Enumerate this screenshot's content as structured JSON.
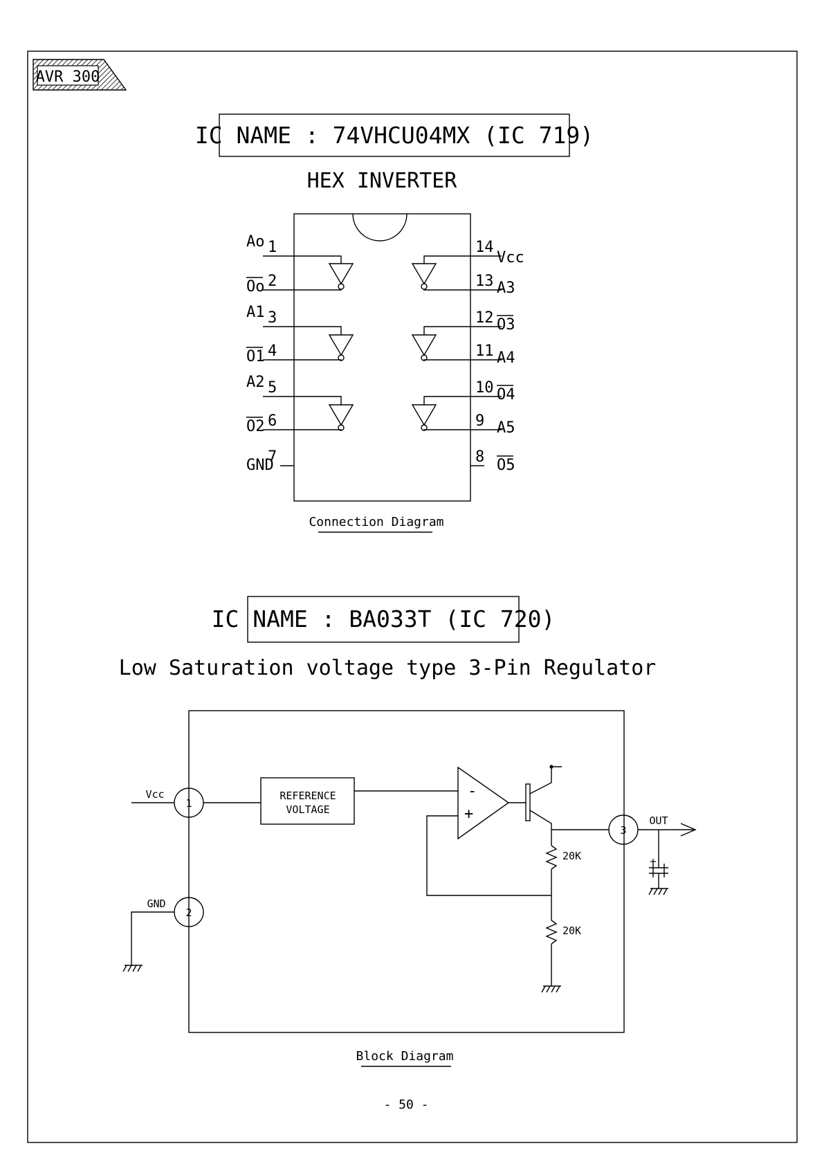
{
  "header_tag": "AVR 300",
  "ic1": {
    "title": "IC NAME : 74VHCU04MX (IC 719)",
    "subtitle": "HEX INVERTER",
    "caption": "Connection Diagram",
    "left_pins": [
      {
        "num": "1",
        "label": "Ao",
        "overline": false
      },
      {
        "num": "2",
        "label": "Oo",
        "overline": true
      },
      {
        "num": "3",
        "label": "A1",
        "overline": false
      },
      {
        "num": "4",
        "label": "O1",
        "overline": true
      },
      {
        "num": "5",
        "label": "A2",
        "overline": false
      },
      {
        "num": "6",
        "label": "O2",
        "overline": true
      },
      {
        "num": "7",
        "label": "GND",
        "overline": false
      }
    ],
    "right_pins": [
      {
        "num": "14",
        "label": "Vcc",
        "overline": false
      },
      {
        "num": "13",
        "label": "A3",
        "overline": false
      },
      {
        "num": "12",
        "label": "O3",
        "overline": true
      },
      {
        "num": "11",
        "label": "A4",
        "overline": false
      },
      {
        "num": "10",
        "label": "O4",
        "overline": true
      },
      {
        "num": "9",
        "label": "A5",
        "overline": false
      },
      {
        "num": "8",
        "label": "O5",
        "overline": true
      }
    ]
  },
  "ic2": {
    "title": "IC NAME : BA033T (IC 720)",
    "subtitle": "Low Saturation voltage type 3-Pin Regulator",
    "caption": "Block Diagram",
    "pin1_label": "Vcc",
    "pin2_label": "GND",
    "pin3_label": "OUT",
    "pin1_num": "1",
    "pin2_num": "2",
    "pin3_num": "3",
    "ref_line1": "REFERENCE",
    "ref_line2": "VOLTAGE",
    "opamp_minus": "-",
    "opamp_plus": "+",
    "r1": "20K",
    "r2": "20K",
    "cap_plus": "+"
  },
  "page_number": "- 50 -"
}
